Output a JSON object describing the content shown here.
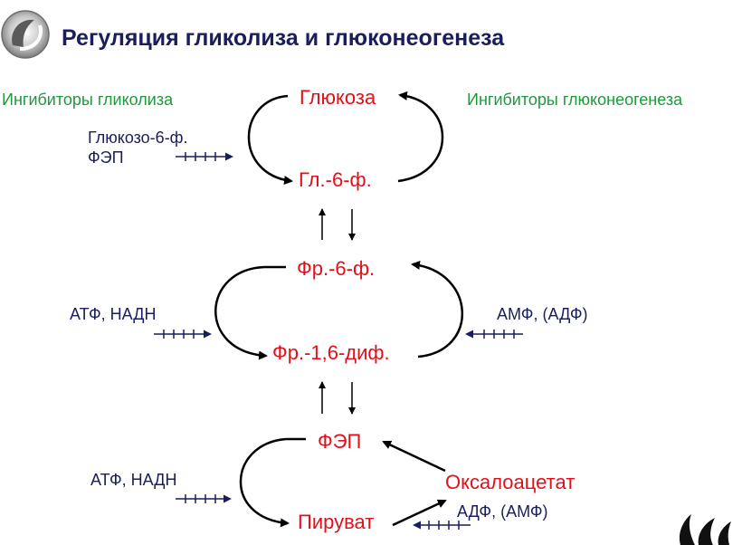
{
  "title": "Регуляция гликолиза и глюконеогенеза",
  "headers": {
    "glycolysis_inhibitors": "Ингибиторы гликолиза",
    "gluconeogenesis_inhibitors": "Ингибиторы глюконеогенеза"
  },
  "nodes": {
    "glucose": "Глюкоза",
    "g6p": "Гл.-6-ф.",
    "f6p": "Фр.-6-ф.",
    "f16bp": "Фр.-1,6-диф.",
    "pep": "ФЭП",
    "oxaloacetate": "Оксалоацетат",
    "pyruvate": "Пируват"
  },
  "regulators": {
    "g6p_inhibitor": "Глюкозо-6-ф.",
    "pep_inhibitor": "ФЭП",
    "pfk_inhibitors": "АТФ, НАДН",
    "fbpase_inhibitors": "АМФ, (АДФ)",
    "pk_inhibitors": "АТФ, НАДН",
    "pc_inhibitors": "АДФ, (АМФ)"
  },
  "colors": {
    "title": "#1a1f5c",
    "headers": "#1e9a3c",
    "metabolites": "#e3101a",
    "regulators": "#1a1f5c"
  }
}
